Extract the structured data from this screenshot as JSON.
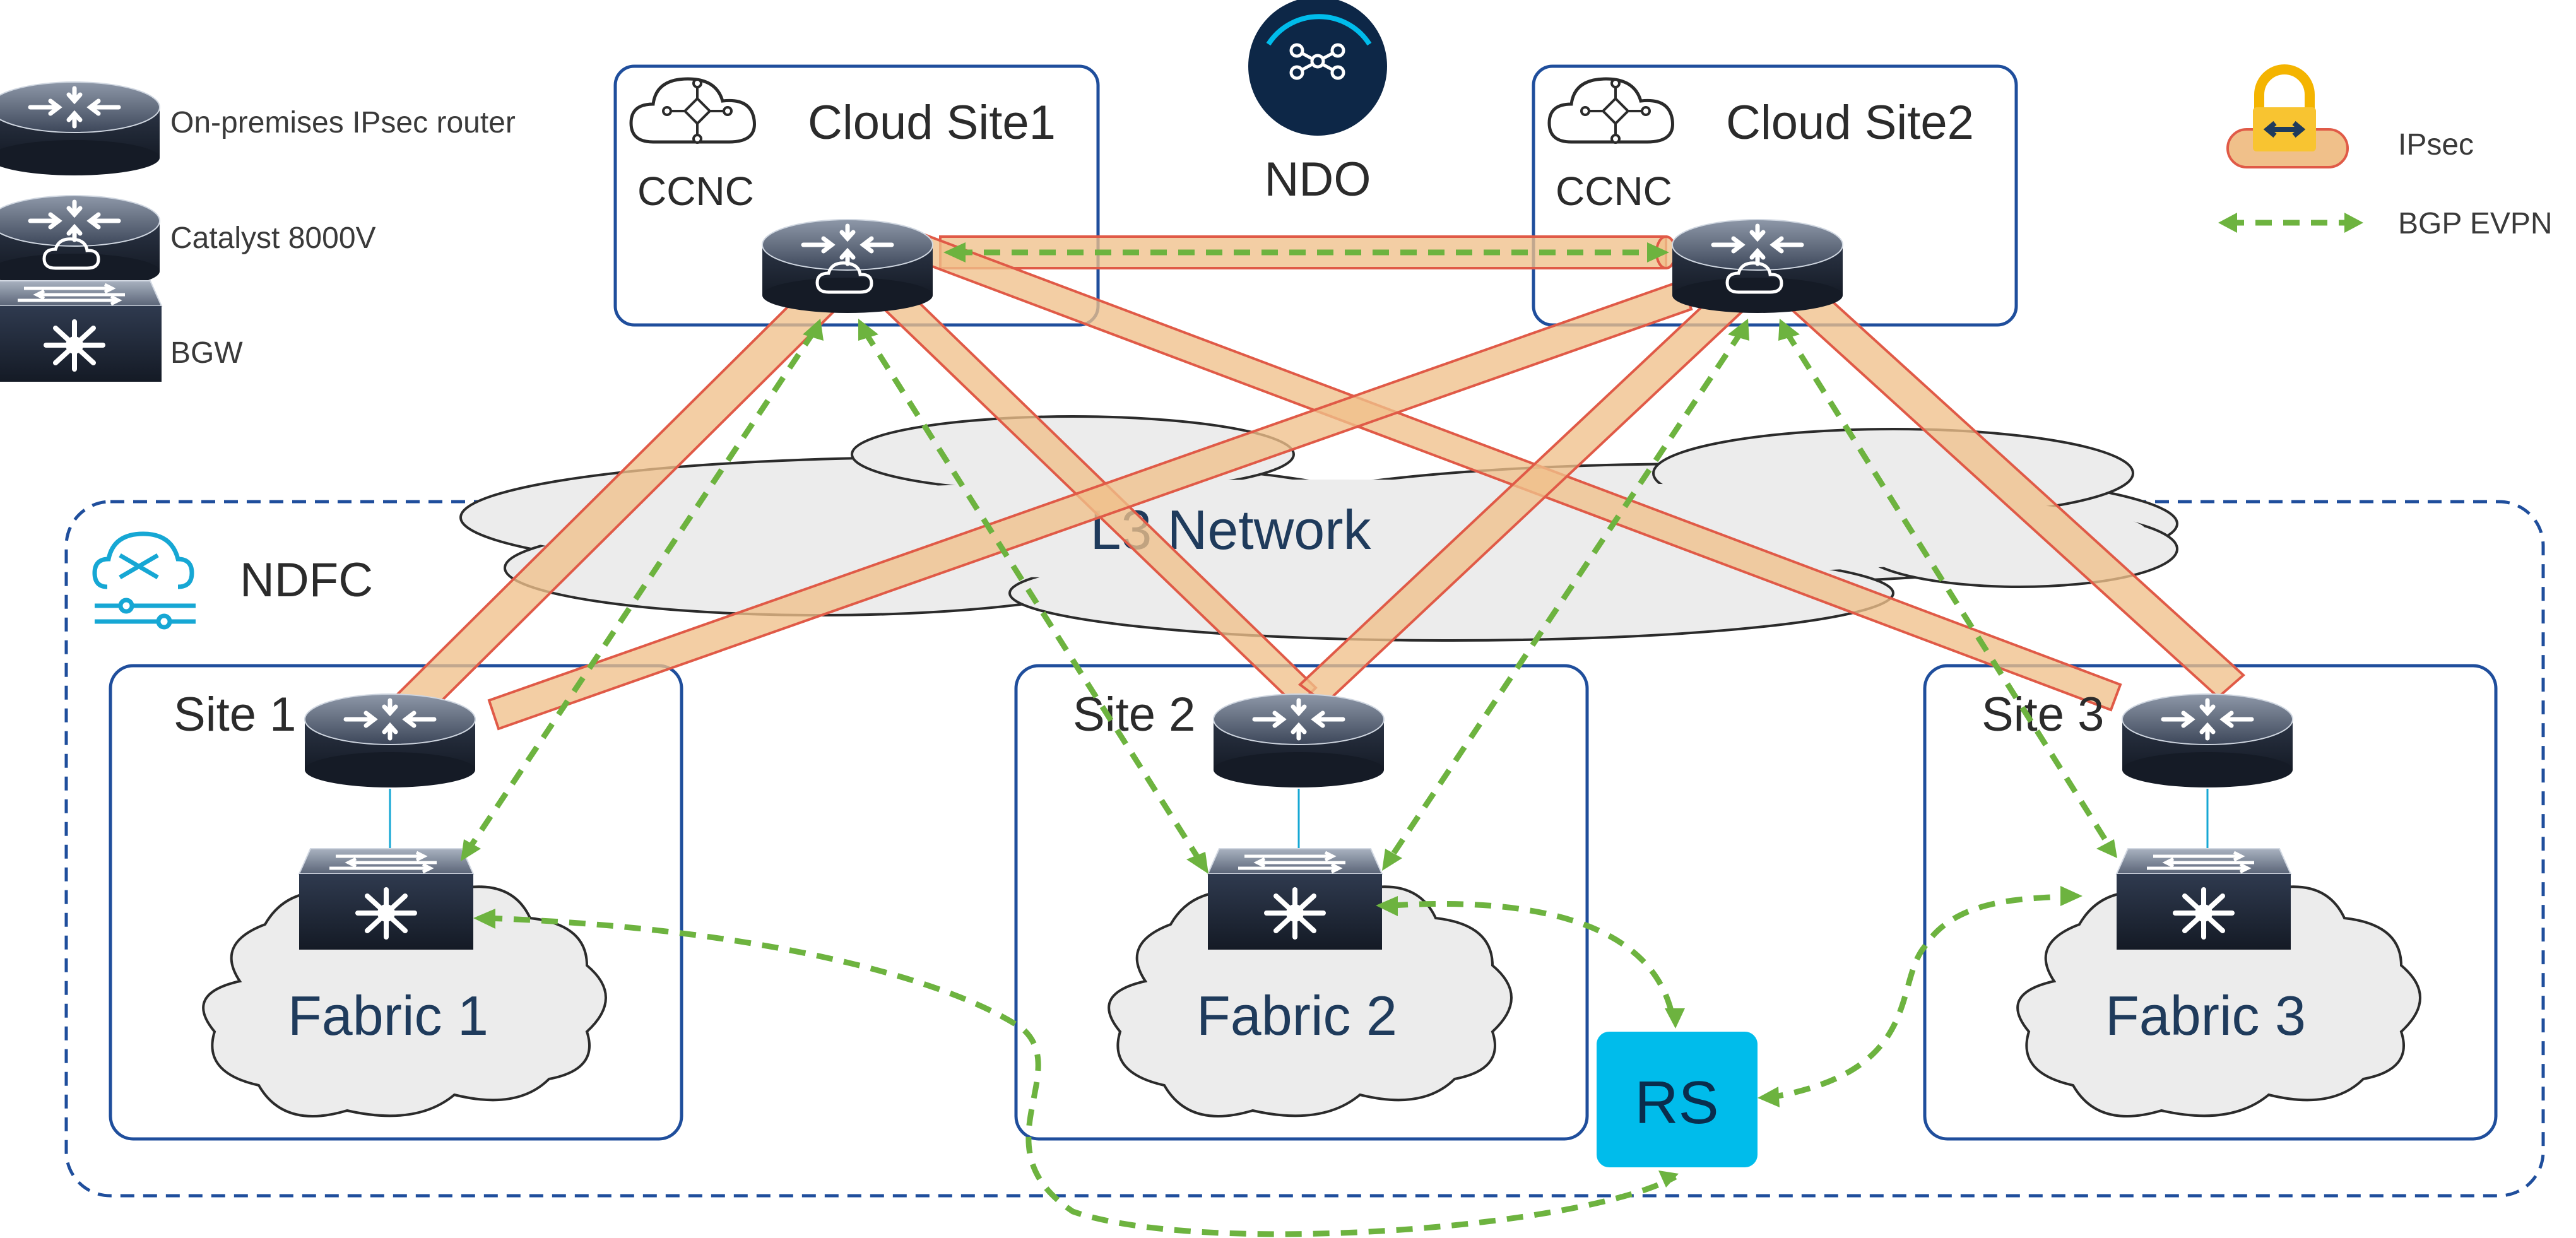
{
  "legend": {
    "onprem_router": "On-premises IPsec router",
    "catalyst": "Catalyst 8000V",
    "bgw": "BGW",
    "ipsec": "IPsec",
    "bgp_evpn": "BGP EVPN"
  },
  "cloud_sites": [
    {
      "title": "Cloud Site1",
      "controller": "CCNC"
    },
    {
      "title": "Cloud Site2",
      "controller": "CCNC"
    }
  ],
  "orchestrator": "NDO",
  "network": "L3 Network",
  "fabric_controller": "NDFC",
  "sites": [
    {
      "title": "Site 1",
      "fabric": "Fabric 1"
    },
    {
      "title": "Site 2",
      "fabric": "Fabric 2"
    },
    {
      "title": "Site 3",
      "fabric": "Fabric 3"
    }
  ],
  "route_server": "RS",
  "colors": {
    "box_border": "#1f4e9c",
    "tunnel_fill": "#f0c08a",
    "tunnel_stroke": "#e05a47",
    "bgp": "#6db33f",
    "rs_fill": "#00bceb",
    "ndo_fill": "#0d2747",
    "cloud_fill": "#ececec",
    "device_dark": "#2a3447"
  }
}
